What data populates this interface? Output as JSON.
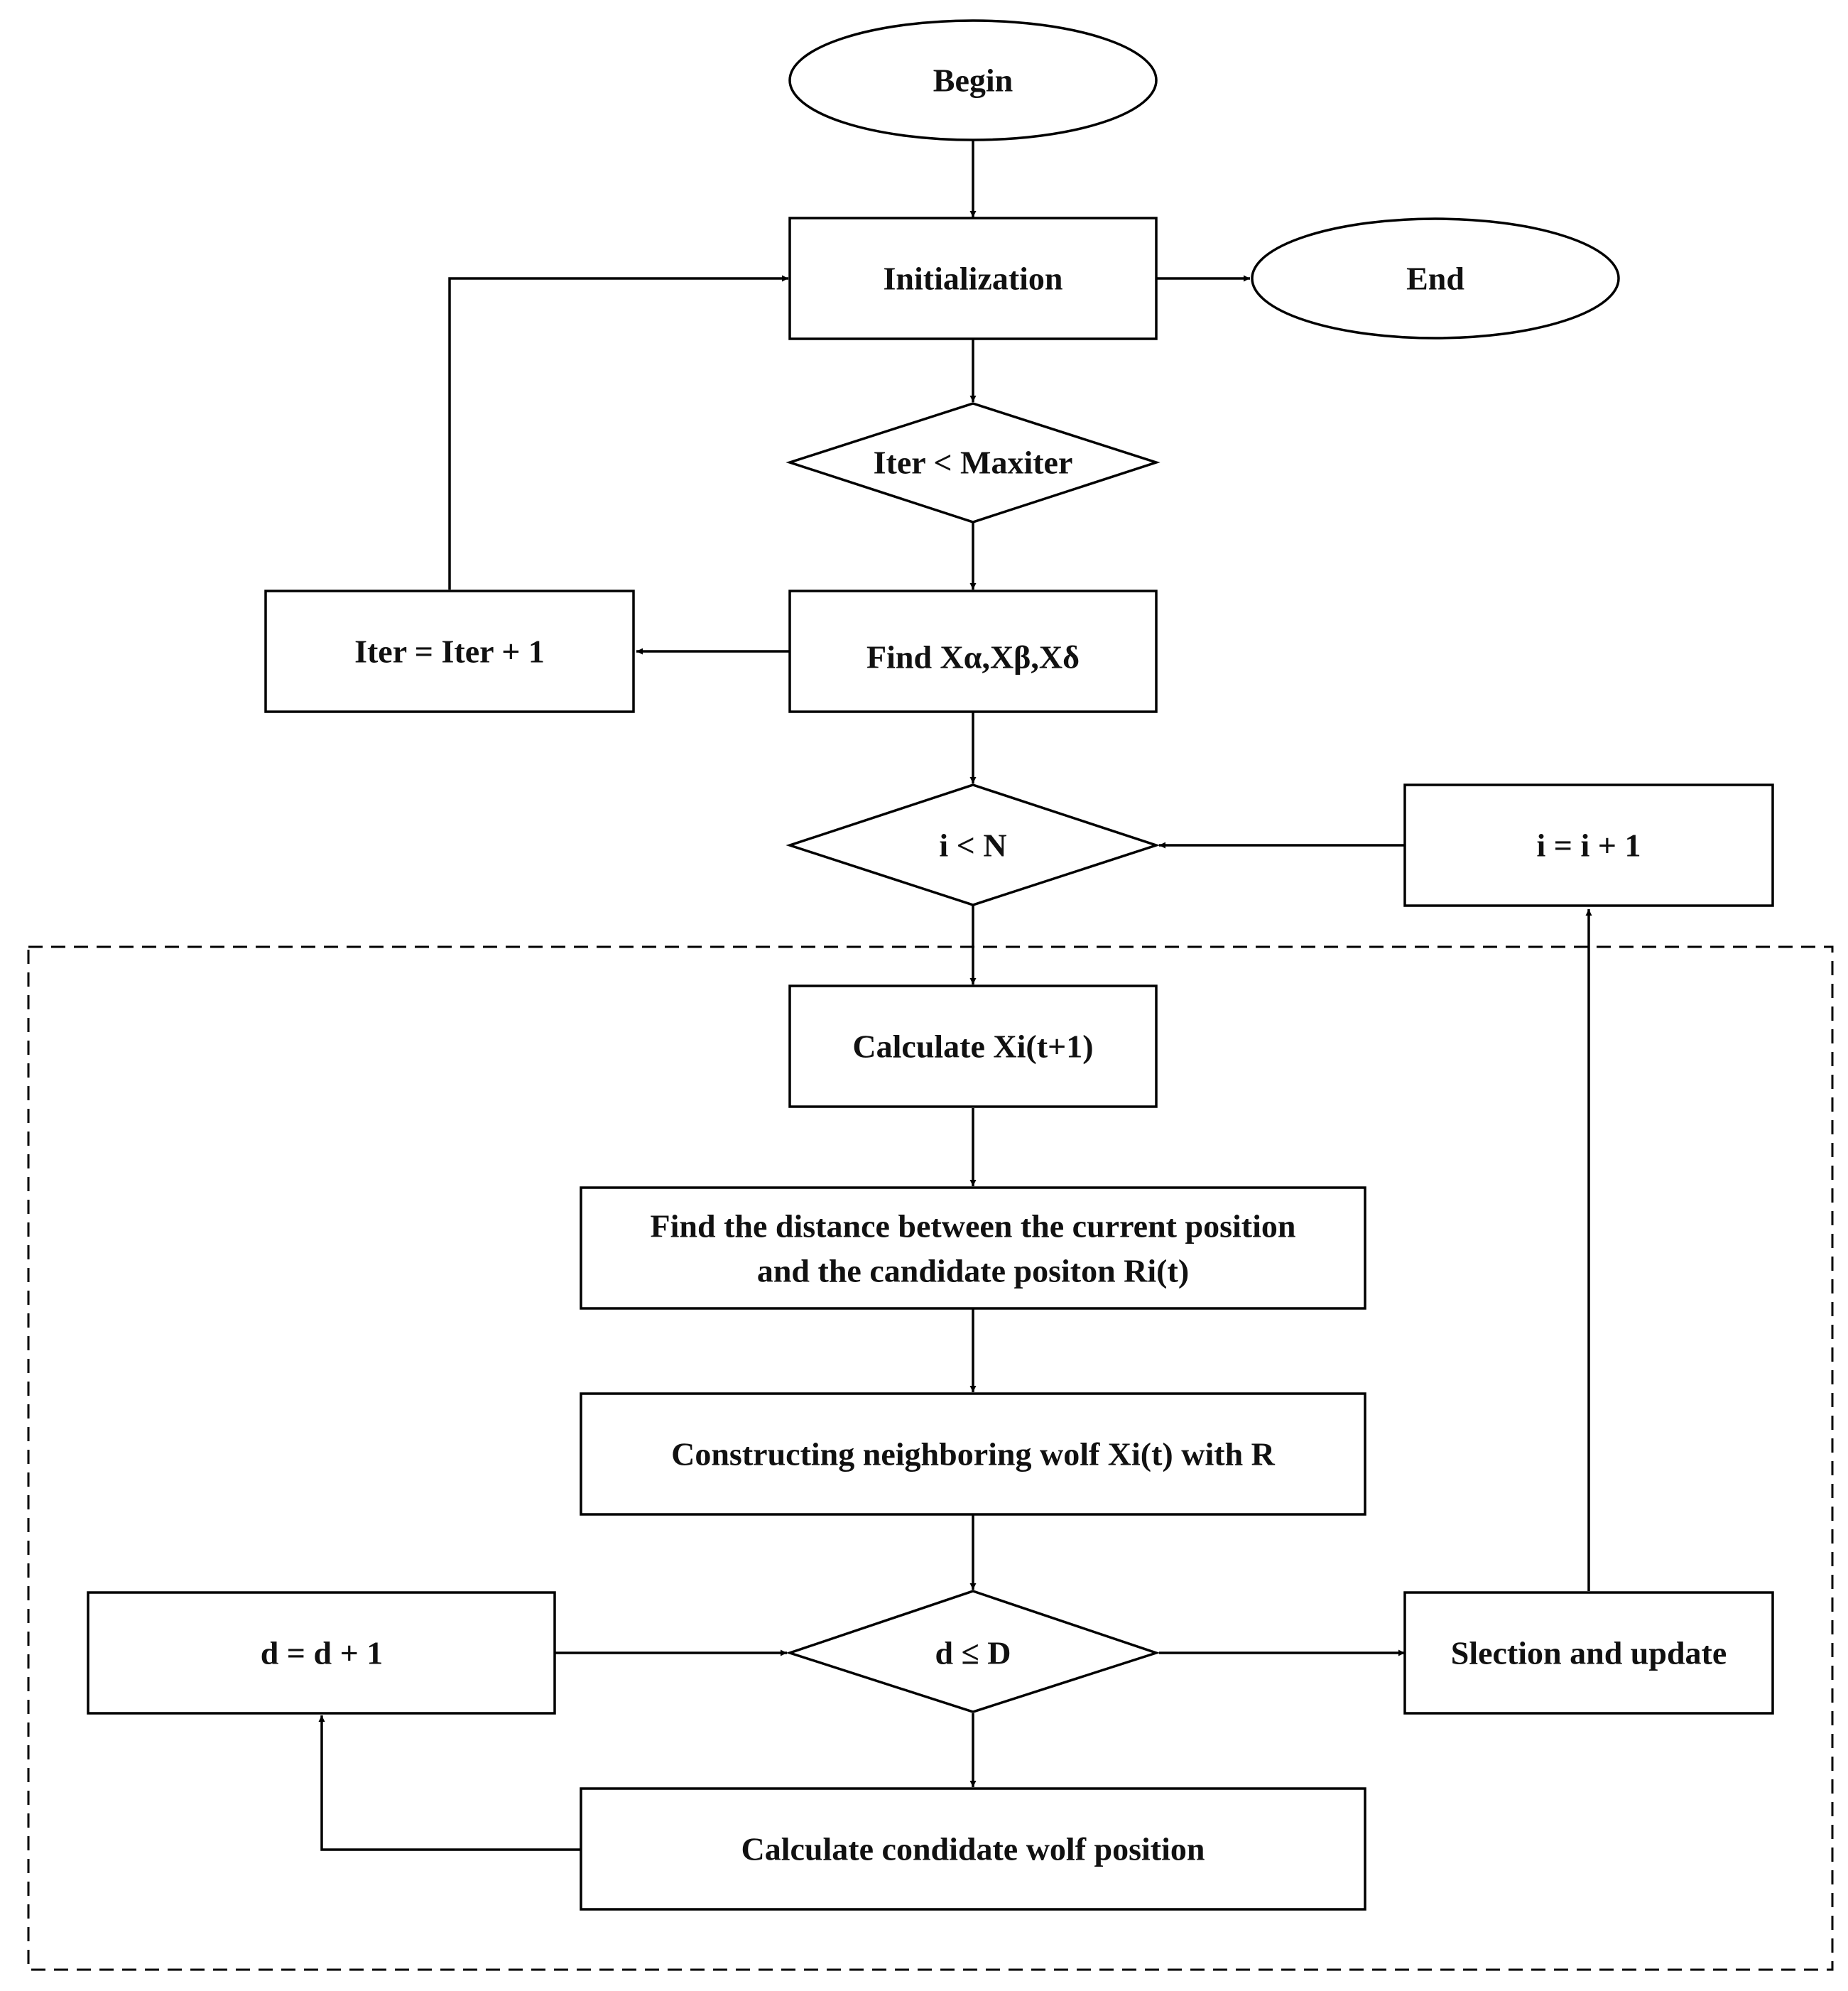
{
  "nodes": {
    "begin": "Begin",
    "initialization": "Initialization",
    "end": "End",
    "iter_condition": "Iter < Maxiter",
    "find_leaders": "Find Xα,Xβ,Xδ",
    "iter_increment": "Iter = Iter + 1",
    "i_condition": "i < N",
    "i_increment": "i = i + 1",
    "calculate_xi": "Calculate Xi(t+1)",
    "find_distance_line1": "Find the distance between the current position",
    "find_distance_line2": "and the candidate positon Ri(t)",
    "construct_neighbor": "Constructing neighboring wolf Xi(t) with R",
    "d_condition": "d ≤ D",
    "d_increment": "d = d + 1",
    "selection_update": "Slection and update",
    "calc_candidate": "Calculate condidate wolf position"
  }
}
